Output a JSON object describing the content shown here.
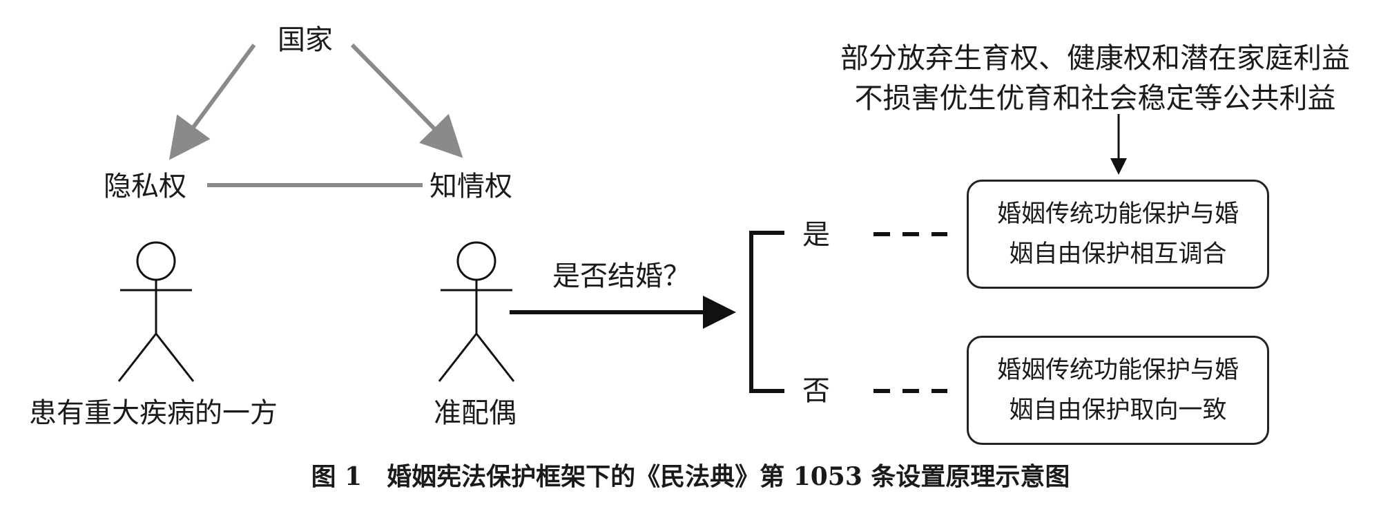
{
  "triangle": {
    "apex": "国家",
    "left": "隐私权",
    "right": "知情权"
  },
  "persons": {
    "patient": "患有重大疾病的一方",
    "spouse": "准配偶"
  },
  "question": "是否结婚？",
  "branches": {
    "yes": "是",
    "no": "否"
  },
  "interests": {
    "line1": "部分放弃生育权、健康权和潜在家庭利益",
    "line2": "不损害优生优育和社会稳定等公共利益"
  },
  "outcome_yes": {
    "line1": "婚姻传统功能保护与婚",
    "line2": "姻自由保护相互调合"
  },
  "outcome_no": {
    "line1": "婚姻传统功能保护与婚",
    "line2": "姻自由保护取向一致"
  },
  "caption": {
    "label": "图 1",
    "text": "婚姻宪法保护框架下的《民法典》第 1053 条设置原理示意图"
  },
  "colors": {
    "gray_arrow": "#8a8a8a",
    "black": "#111111"
  }
}
